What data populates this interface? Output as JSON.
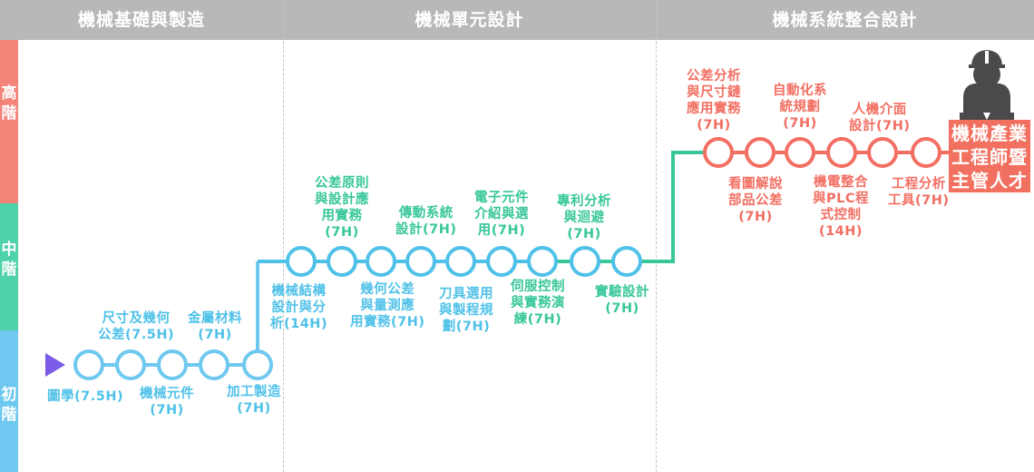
{
  "sections": [
    "機械基礎與製造",
    "機械單元設計",
    "機械系統整合設計"
  ],
  "levels": {
    "high": "高\n階",
    "mid": "中\n階",
    "low": "初\n階"
  },
  "courses": {
    "c1": "圖學(7.5H)",
    "c2": "尺寸及幾何\n公差(7.5H)",
    "c3": "機械元件\n(7H)",
    "c4": "金屬材料\n(7H)",
    "c5": "加工製造\n(7H)",
    "c6": "機械結構\n設計與分\n析(14H)",
    "c7": "公差原則\n與設計應\n用實務\n(7H)",
    "c8": "幾何公差\n與量測應\n用實務(7H)",
    "c9": "傳動系統\n設計(7H)",
    "c10": "刀具選用\n與製程規\n劃(7H)",
    "c11": "電子元件\n介紹與選\n用(7H)",
    "c12": "伺服控制\n與實務演\n練(7H)",
    "c13": "專利分析\n與迴避\n(7H)",
    "c14": "實驗設計\n(7H)",
    "c15": "公差分析\n與尺寸鏈\n應用實務\n(7H)",
    "c16": "看圖解說\n部品公差\n(7H)",
    "c17": "自動化系\n統規劃\n(7H)",
    "c18": "機電整合\n與PLC程\n式控制\n(14H)",
    "c19": "人機介面\n設計(7H)",
    "c20": "工程分析\n工具(7H)"
  },
  "target": "機械產業\n工程師暨\n主管人才",
  "colors": {
    "header": "#b8b8b8",
    "high": "#f4837a",
    "mid": "#4fd1aa",
    "low": "#6ec8ef",
    "blue": "#4fc1e8",
    "green": "#38c79a",
    "red": "#f26f62",
    "start_arrow": "#7a5ce6"
  },
  "icons": {
    "start": "play-triangle-icon",
    "person": "engineer-hardhat-icon"
  }
}
